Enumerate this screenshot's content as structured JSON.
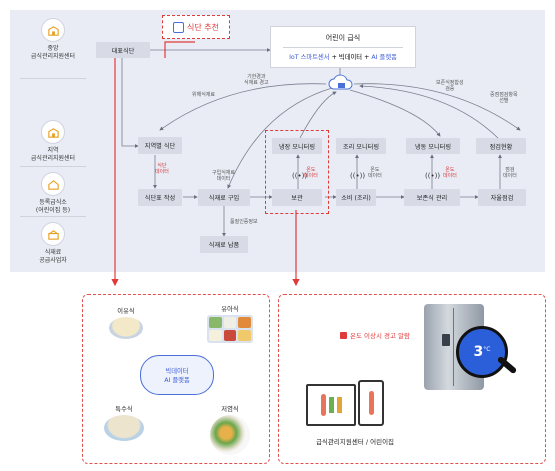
{
  "colors": {
    "accent_red": "#e03b3b",
    "blue": "#3b5bd6",
    "panel_bg": "#e9ecf5",
    "box": "#d8dbe6"
  },
  "actors": [
    {
      "icon": "school-building-icon",
      "lines": [
        "중앙",
        "급식관리지원센터"
      ]
    },
    {
      "icon": "school-building-icon",
      "lines": [
        "지역",
        "급식관리지원센터"
      ]
    },
    {
      "icon": "house-icon",
      "lines": [
        "등록급식소",
        "(어린이집 등)"
      ]
    },
    {
      "icon": "food-supplier-icon",
      "lines": [
        "식재료",
        "공급사업자"
      ]
    }
  ],
  "platform": {
    "title": "어린이 급식",
    "subtitle_blue1": "IoT 스마트센서",
    "plus1": " + ",
    "subtitle_mid": "빅데이터",
    "plus2": " + ",
    "subtitle_blue2": "AI 플랫폼"
  },
  "recommend": {
    "label": "식단 추천"
  },
  "boxes": {
    "main_menu": "대표식단",
    "regional_menu": "지역별 식단",
    "menu_write": "식단표 작성",
    "purchase": "식재료 구입",
    "delivery": "식재료 납품",
    "fridge_monitor": "냉장 모니터링",
    "cook_monitor": "조리 모니터링",
    "freezer_monitor": "냉동 모니터링",
    "inspection": "점검현황",
    "storage": "보관",
    "consume": "소비 (조리)",
    "keep_manage": "보존식 관리",
    "self_check": "자율점검"
  },
  "labels": {
    "risk_ingredient": "위해식재료",
    "expiry_warn": [
      "기한경과",
      "식재료 경고"
    ],
    "keep_verify": [
      "보존식정합성",
      "검증"
    ],
    "check_select": [
      "중점점검항목",
      "선별"
    ],
    "menu_data": [
      "식단",
      "데이터"
    ],
    "purchase_data": [
      "구입식재료",
      "데이터"
    ],
    "quality": "품질인증정보",
    "temp_data_red": [
      "온도",
      "데이터"
    ],
    "temp_data": [
      "온도",
      "데이터"
    ],
    "check_data": [
      "점검",
      "데이터"
    ]
  },
  "left_panel": {
    "hub_line1": "빅데이터",
    "hub_line2": "AI 플랫폼",
    "foods": [
      {
        "name": "이유식"
      },
      {
        "name": "유아식"
      },
      {
        "name": "특수식"
      },
      {
        "name": "저염식"
      }
    ]
  },
  "right_panel": {
    "alert": "온도 이상시 경고 알람",
    "gauge_value": "3",
    "gauge_unit": "°C",
    "receiver": "급식관리지원센터 / 어린이집"
  }
}
